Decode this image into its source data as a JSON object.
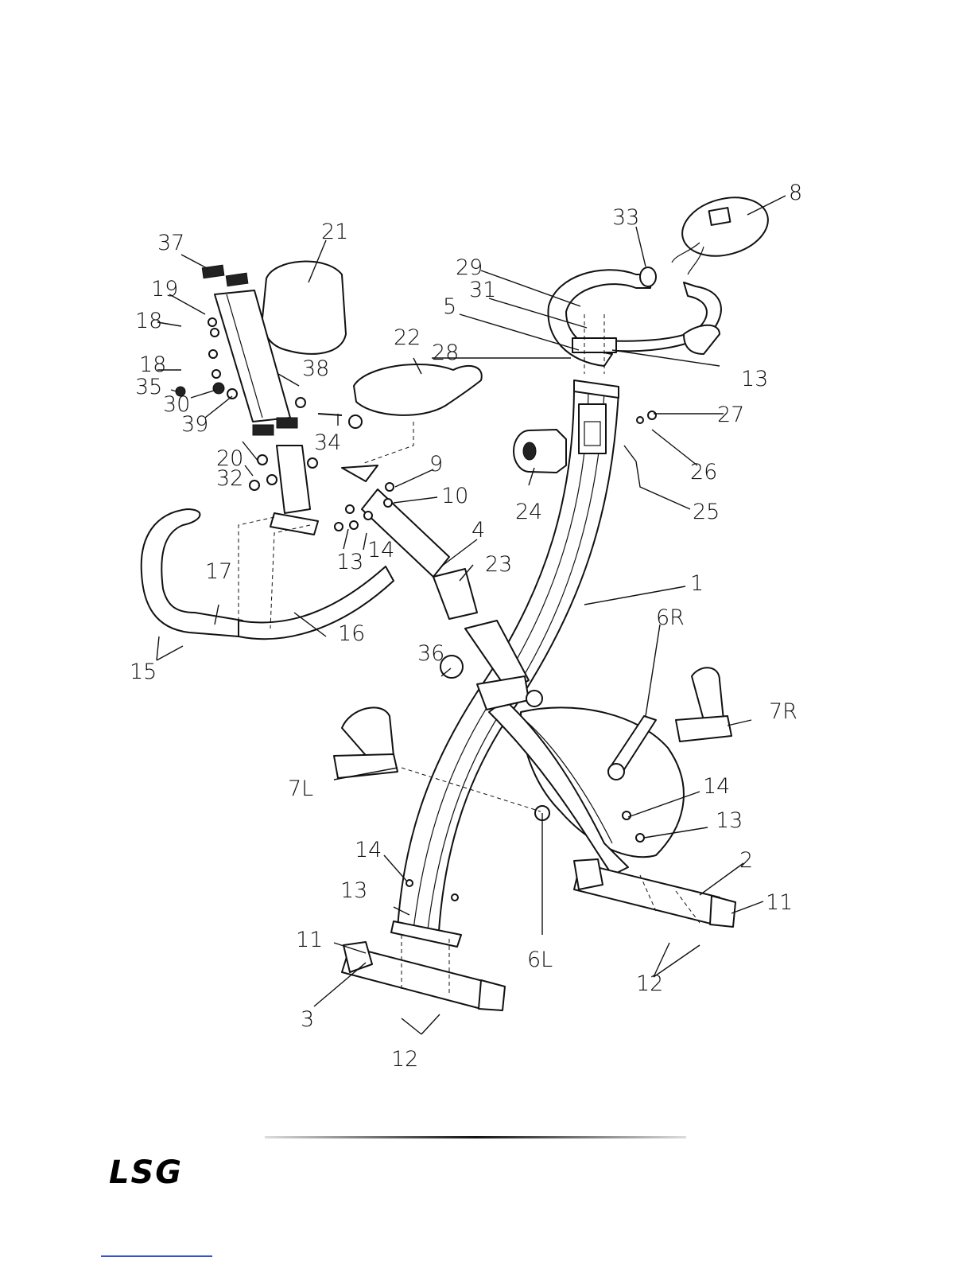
{
  "brand": {
    "logo_text": "LSG"
  },
  "callouts": [
    {
      "id": "c1",
      "text": "1"
    },
    {
      "id": "c2",
      "text": "2"
    },
    {
      "id": "c3",
      "text": "3"
    },
    {
      "id": "c4",
      "text": "4"
    },
    {
      "id": "c5",
      "text": "5"
    },
    {
      "id": "c6L",
      "text": "6L"
    },
    {
      "id": "c6R",
      "text": "6R"
    },
    {
      "id": "c7L",
      "text": "7L"
    },
    {
      "id": "c7R",
      "text": "7R"
    },
    {
      "id": "c8",
      "text": "8"
    },
    {
      "id": "c9",
      "text": "9"
    },
    {
      "id": "c10",
      "text": "10"
    },
    {
      "id": "c11a",
      "text": "11"
    },
    {
      "id": "c11b",
      "text": "11"
    },
    {
      "id": "c12a",
      "text": "12"
    },
    {
      "id": "c12b",
      "text": "12"
    },
    {
      "id": "c13a",
      "text": "13"
    },
    {
      "id": "c13b",
      "text": "13"
    },
    {
      "id": "c13c",
      "text": "13"
    },
    {
      "id": "c13d",
      "text": "13"
    },
    {
      "id": "c14a",
      "text": "14"
    },
    {
      "id": "c14b",
      "text": "14"
    },
    {
      "id": "c14c",
      "text": "14"
    },
    {
      "id": "c15",
      "text": "15"
    },
    {
      "id": "c16",
      "text": "16"
    },
    {
      "id": "c17",
      "text": "17"
    },
    {
      "id": "c18a",
      "text": "18"
    },
    {
      "id": "c18b",
      "text": "18"
    },
    {
      "id": "c19",
      "text": "19"
    },
    {
      "id": "c20",
      "text": "20"
    },
    {
      "id": "c21",
      "text": "21"
    },
    {
      "id": "c22",
      "text": "22"
    },
    {
      "id": "c23",
      "text": "23"
    },
    {
      "id": "c24",
      "text": "24"
    },
    {
      "id": "c25",
      "text": "25"
    },
    {
      "id": "c26",
      "text": "26"
    },
    {
      "id": "c27",
      "text": "27"
    },
    {
      "id": "c28",
      "text": "28"
    },
    {
      "id": "c29",
      "text": "29"
    },
    {
      "id": "c30",
      "text": "30"
    },
    {
      "id": "c31",
      "text": "31"
    },
    {
      "id": "c32",
      "text": "32"
    },
    {
      "id": "c33",
      "text": "33"
    },
    {
      "id": "c34",
      "text": "34"
    },
    {
      "id": "c35",
      "text": "35"
    },
    {
      "id": "c36",
      "text": "36"
    },
    {
      "id": "c37",
      "text": "37"
    },
    {
      "id": "c38",
      "text": "38"
    },
    {
      "id": "c39",
      "text": "39"
    }
  ]
}
